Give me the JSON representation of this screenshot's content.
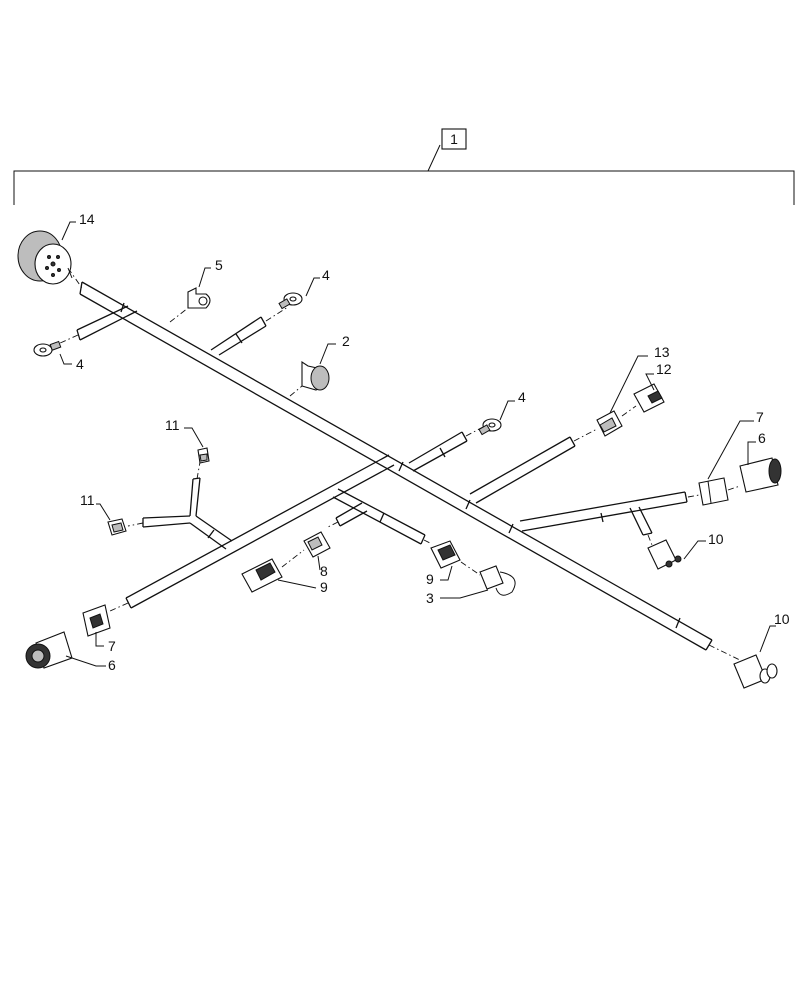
{
  "callouts": {
    "assembly": "1",
    "clip_p2": "2",
    "fuse_p3": "3",
    "ring_a": "4",
    "ring_b": "4",
    "ring_c": "4",
    "clip_p5": "5",
    "conn6_right": "6",
    "conn6_left": "6",
    "conn7_right": "7",
    "conn7_left": "7",
    "conn8": "8",
    "conn9_a": "9",
    "conn9_b": "9",
    "conn10_a": "10",
    "conn10_b": "10",
    "term11_a": "11",
    "term11_b": "11",
    "conn12": "12",
    "conn13": "13",
    "round14": "14"
  }
}
